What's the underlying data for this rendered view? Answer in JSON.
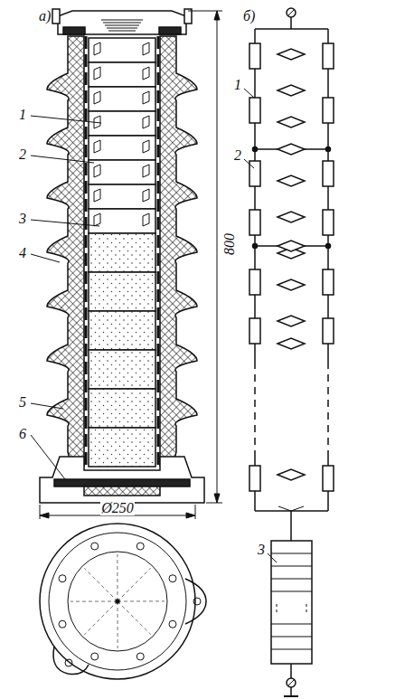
{
  "diagram": {
    "labels": [
      "а)",
      "б)",
      "1",
      "2",
      "3",
      "4",
      "5",
      "6",
      "800",
      "Ø250",
      "1",
      "2",
      "3"
    ]
  }
}
